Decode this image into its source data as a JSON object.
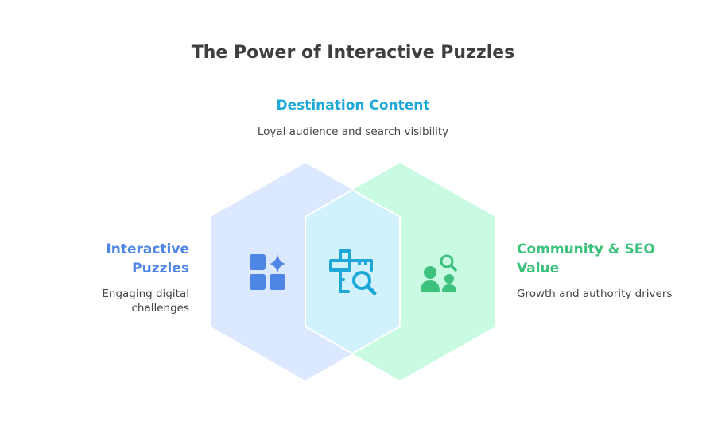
{
  "title": "The Power of Interactive Puzzles",
  "sections": {
    "top": {
      "heading": "Destination Content",
      "description": "Loyal audience and search visibility",
      "icon": "crossword-search-icon",
      "color": "#1ea8d8"
    },
    "left": {
      "heading": "Interactive Puzzles",
      "description": "Engaging digital challenges",
      "icon": "apps-sparkle-icon",
      "color": "#4f86e5"
    },
    "right": {
      "heading": "Community & SEO Value",
      "description": "Growth and authority drivers",
      "icon": "people-search-icon",
      "color": "#3cc27c"
    }
  }
}
